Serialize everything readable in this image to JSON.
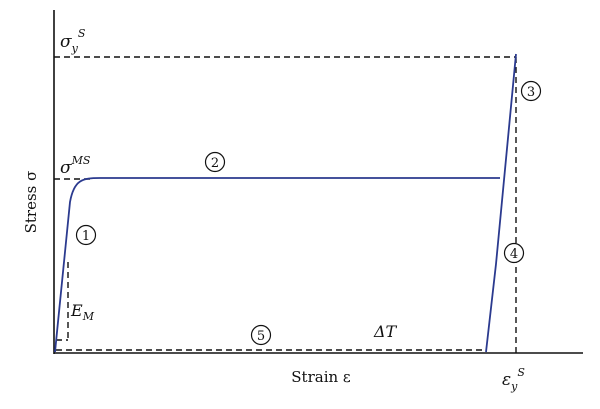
{
  "axes": {
    "x_label": "Strain ε",
    "y_label": "Stress σ"
  },
  "annotations": {
    "sigma_y_s": {
      "base": "σ",
      "sub": "y",
      "sup": "S"
    },
    "sigma_ms": {
      "base": "σ",
      "sup": "MS"
    },
    "epsilon_y_s": {
      "base": "ε",
      "sub": "y",
      "sup": "S"
    },
    "modulus": {
      "base": "E",
      "sub": "M"
    },
    "delta_t": "ΔT"
  },
  "stages": [
    "1",
    "2",
    "3",
    "4",
    "5"
  ],
  "colors": {
    "curve": "#2b3a8f",
    "ink": "#111111"
  }
}
